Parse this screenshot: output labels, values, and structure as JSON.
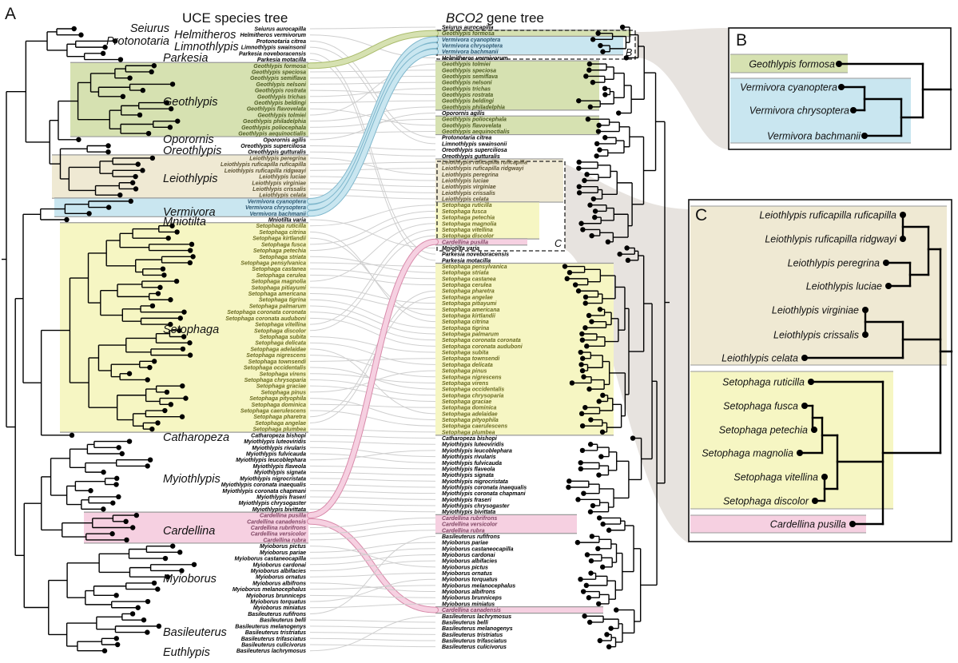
{
  "panel_labels": {
    "a": "A",
    "b": "B",
    "c": "C"
  },
  "titles": {
    "species_tree": "UCE species tree",
    "gene_tree_italic": "BCO2",
    "gene_tree_rest": " gene tree"
  },
  "colors": {
    "geo": "#d6e1b1",
    "leio": "#efe9d3",
    "verm": "#c9e6f0",
    "seto": "#f6f6c3",
    "card": "#f6d0e1",
    "link": "#cfcfcf",
    "funnel": "#e7e3df"
  },
  "text_colors": {
    "geo": "#4d5a22",
    "leio": "#5b5233",
    "verm": "#2c5670",
    "seto": "#6a6a22",
    "card": "#7e4462",
    "none": "#000000"
  },
  "genus_labels": [
    "Seiurus",
    "Protonotaria",
    "Helmitheros",
    "Limnothlypis",
    "Parkesia",
    "Geothlypis",
    "Oporornis",
    "Oreothlypis",
    "Leiothlypis",
    "Vermivora",
    "Mniotilta",
    "Setophaga",
    "Catharopeza",
    "Myiothlypis",
    "Cardellina",
    "Myioborus",
    "Basileuterus",
    "Euthlypis"
  ],
  "species_tree": {
    "taxa": [
      {
        "name": "Seiurus aurocapilla",
        "group": "none"
      },
      {
        "name": "Helmitheros vermivorum",
        "group": "none"
      },
      {
        "name": "Protonotaria citrea",
        "group": "none"
      },
      {
        "name": "Limnothlypis swainsonii",
        "group": "none"
      },
      {
        "name": "Parkesia noveboracensis",
        "group": "none"
      },
      {
        "name": "Parkesia motacilla",
        "group": "none"
      },
      {
        "name": "Geothlypis formosa",
        "group": "geo"
      },
      {
        "name": "Geothlypis speciosa",
        "group": "geo"
      },
      {
        "name": "Geothlypis semiflava",
        "group": "geo"
      },
      {
        "name": "Geothlypis nelsoni",
        "group": "geo"
      },
      {
        "name": "Geothlypis rostrata",
        "group": "geo"
      },
      {
        "name": "Geothlypis trichas",
        "group": "geo"
      },
      {
        "name": "Geothlypis beldingi",
        "group": "geo"
      },
      {
        "name": "Geothlypis flavovelata",
        "group": "geo"
      },
      {
        "name": "Geothlypis tolmiei",
        "group": "geo"
      },
      {
        "name": "Geothlypis philadelphia",
        "group": "geo"
      },
      {
        "name": "Geothlypis poliocephala",
        "group": "geo"
      },
      {
        "name": "Geothlypis aequinoctialis",
        "group": "geo"
      },
      {
        "name": "Oporornis agilis",
        "group": "none"
      },
      {
        "name": "Oreothlypis superciliosa",
        "group": "none"
      },
      {
        "name": "Oreothlypis gutturalis",
        "group": "none"
      },
      {
        "name": "Leiothlypis peregrina",
        "group": "leio"
      },
      {
        "name": "Leiothlypis ruficapilla ruficapilla",
        "group": "leio"
      },
      {
        "name": "Leiothlypis ruficapilla ridgwayi",
        "group": "leio"
      },
      {
        "name": "Leiothlypis luciae",
        "group": "leio"
      },
      {
        "name": "Leiothlypis virginiae",
        "group": "leio"
      },
      {
        "name": "Leiothlypis crissalis",
        "group": "leio"
      },
      {
        "name": "Leiothlypis celata",
        "group": "leio"
      },
      {
        "name": "Vermivora cyanoptera",
        "group": "verm"
      },
      {
        "name": "Vermivora chrysoptera",
        "group": "verm"
      },
      {
        "name": "Vermivora bachmanii",
        "group": "verm"
      },
      {
        "name": "Mniotilta varia",
        "group": "none"
      },
      {
        "name": "Setophaga ruticilla",
        "group": "seto"
      },
      {
        "name": "Setophaga citrina",
        "group": "seto"
      },
      {
        "name": "Setophaga kirtlandii",
        "group": "seto"
      },
      {
        "name": "Setophaga fusca",
        "group": "seto"
      },
      {
        "name": "Setophaga petechia",
        "group": "seto"
      },
      {
        "name": "Setophaga striata",
        "group": "seto"
      },
      {
        "name": "Setophaga pensylvanica",
        "group": "seto"
      },
      {
        "name": "Setophaga castanea",
        "group": "seto"
      },
      {
        "name": "Setophaga cerulea",
        "group": "seto"
      },
      {
        "name": "Setophaga magnolia",
        "group": "seto"
      },
      {
        "name": "Setophaga pitiayumi",
        "group": "seto"
      },
      {
        "name": "Setophaga americana",
        "group": "seto"
      },
      {
        "name": "Setophaga tigrina",
        "group": "seto"
      },
      {
        "name": "Setophaga palmarum",
        "group": "seto"
      },
      {
        "name": "Setophaga coronata coronata",
        "group": "seto"
      },
      {
        "name": "Setophaga coronata auduboni",
        "group": "seto"
      },
      {
        "name": "Setophaga vitellina",
        "group": "seto"
      },
      {
        "name": "Setophaga discolor",
        "group": "seto"
      },
      {
        "name": "Setophaga subita",
        "group": "seto"
      },
      {
        "name": "Setophaga delicata",
        "group": "seto"
      },
      {
        "name": "Setophaga adelaidae",
        "group": "seto"
      },
      {
        "name": "Setophaga nigrescens",
        "group": "seto"
      },
      {
        "name": "Setophaga townsendi",
        "group": "seto"
      },
      {
        "name": "Setophaga occidentalis",
        "group": "seto"
      },
      {
        "name": "Setophaga virens",
        "group": "seto"
      },
      {
        "name": "Setophaga chrysoparia",
        "group": "seto"
      },
      {
        "name": "Setophaga graciae",
        "group": "seto"
      },
      {
        "name": "Setophaga pinus",
        "group": "seto"
      },
      {
        "name": "Setophaga pityophila",
        "group": "seto"
      },
      {
        "name": "Setophaga dominica",
        "group": "seto"
      },
      {
        "name": "Setophaga caerulescens",
        "group": "seto"
      },
      {
        "name": "Setophaga pharetra",
        "group": "seto"
      },
      {
        "name": "Setophaga angelae",
        "group": "seto"
      },
      {
        "name": "Setophaga plumbea",
        "group": "seto"
      },
      {
        "name": "Catharopeza bishopi",
        "group": "none"
      },
      {
        "name": "Myiothlypis luteoviridis",
        "group": "none"
      },
      {
        "name": "Myiothlypis rivularis",
        "group": "none"
      },
      {
        "name": "Myiothlypis fulvicauda",
        "group": "none"
      },
      {
        "name": "Myiothlypis leucoblephara",
        "group": "none"
      },
      {
        "name": "Myiothlypis flaveola",
        "group": "none"
      },
      {
        "name": "Myiothlypis signata",
        "group": "none"
      },
      {
        "name": "Myiothlypis nigrocristata",
        "group": "none"
      },
      {
        "name": "Myiothlypis coronata inaequalis",
        "group": "none"
      },
      {
        "name": "Myiothlypis coronata chapmani",
        "group": "none"
      },
      {
        "name": "Myiothlypis fraseri",
        "group": "none"
      },
      {
        "name": "Myiothlypis chrysogaster",
        "group": "none"
      },
      {
        "name": "Myiothlypis bivittata",
        "group": "none"
      },
      {
        "name": "Cardellina pusilla",
        "group": "card"
      },
      {
        "name": "Cardellina canadensis",
        "group": "card"
      },
      {
        "name": "Cardellina rubrifrons",
        "group": "card"
      },
      {
        "name": "Cardellina versicolor",
        "group": "card"
      },
      {
        "name": "Cardellina rubra",
        "group": "card"
      },
      {
        "name": "Myioborus pictus",
        "group": "none"
      },
      {
        "name": "Myioborus pariae",
        "group": "none"
      },
      {
        "name": "Myioborus castaneocapilla",
        "group": "none"
      },
      {
        "name": "Myioborus cardonai",
        "group": "none"
      },
      {
        "name": "Myioborus albifacies",
        "group": "none"
      },
      {
        "name": "Myioborus ornatus",
        "group": "none"
      },
      {
        "name": "Myioborus albifrons",
        "group": "none"
      },
      {
        "name": "Myioborus melanocephalus",
        "group": "none"
      },
      {
        "name": "Myioborus brunniceps",
        "group": "none"
      },
      {
        "name": "Myioborus torquatus",
        "group": "none"
      },
      {
        "name": "Myioborus miniatus",
        "group": "none"
      },
      {
        "name": "Basileuterus rufifrons",
        "group": "none"
      },
      {
        "name": "Basileuterus belli",
        "group": "none"
      },
      {
        "name": "Basileuterus melanogenys",
        "group": "none"
      },
      {
        "name": "Basileuterus tristriatus",
        "group": "none"
      },
      {
        "name": "Basileuterus trifasciatus",
        "group": "none"
      },
      {
        "name": "Basileuterus culicivorus",
        "group": "none"
      },
      {
        "name": "Basileuterus lachrymosus",
        "group": "none"
      }
    ]
  },
  "gene_tree": {
    "taxa": [
      {
        "name": "Seiurus aurocapilla",
        "group": "none"
      },
      {
        "name": "Geothlypis formosa",
        "group": "geo"
      },
      {
        "name": "Vermivora cyanoptera",
        "group": "verm"
      },
      {
        "name": "Vermivora chrysoptera",
        "group": "verm"
      },
      {
        "name": "Vermivora bachmanii",
        "group": "verm"
      },
      {
        "name": "Helmitheros vermivorum",
        "group": "none"
      },
      {
        "name": "Geothlypis tolmiei",
        "group": "geo"
      },
      {
        "name": "Geothlypis speciosa",
        "group": "geo"
      },
      {
        "name": "Geothlypis semiflava",
        "group": "geo"
      },
      {
        "name": "Geothlypis nelsoni",
        "group": "geo"
      },
      {
        "name": "Geothlypis trichas",
        "group": "geo"
      },
      {
        "name": "Geothlypis rostrata",
        "group": "geo"
      },
      {
        "name": "Geothlypis beldingi",
        "group": "geo"
      },
      {
        "name": "Geothlypis philadelphia",
        "group": "geo"
      },
      {
        "name": "Oporornis agilis",
        "group": "none"
      },
      {
        "name": "Geothlypis poliocephala",
        "group": "geo"
      },
      {
        "name": "Geothlypis flavovelata",
        "group": "geo"
      },
      {
        "name": "Geothlypis aequinoctialis",
        "group": "geo"
      },
      {
        "name": "Protonotaria citrea",
        "group": "none"
      },
      {
        "name": "Limnothlypis swainsonii",
        "group": "none"
      },
      {
        "name": "Oreothlypis superciliosa",
        "group": "none"
      },
      {
        "name": "Oreothlypis gutturalis",
        "group": "none"
      },
      {
        "name": "Leiothlypis ruficapilla ruficapilla",
        "group": "leio"
      },
      {
        "name": "Leiothlypis ruficapilla ridgwayi",
        "group": "leio"
      },
      {
        "name": "Leiothlypis peregrina",
        "group": "leio"
      },
      {
        "name": "Leiothlypis luciae",
        "group": "leio"
      },
      {
        "name": "Leiothlypis virginiae",
        "group": "leio"
      },
      {
        "name": "Leiothlypis crissalis",
        "group": "leio"
      },
      {
        "name": "Leiothlypis celata",
        "group": "leio"
      },
      {
        "name": "Setophaga ruticilla",
        "group": "seto"
      },
      {
        "name": "Setophaga fusca",
        "group": "seto"
      },
      {
        "name": "Setophaga petechia",
        "group": "seto"
      },
      {
        "name": "Setophaga magnolia",
        "group": "seto"
      },
      {
        "name": "Setophaga vitellina",
        "group": "seto"
      },
      {
        "name": "Setophaga discolor",
        "group": "seto"
      },
      {
        "name": "Cardellina pusilla",
        "group": "card"
      },
      {
        "name": "Mniotilta varia",
        "group": "none"
      },
      {
        "name": "Parkesia noveboracensis",
        "group": "none"
      },
      {
        "name": "Parkesia motacilla",
        "group": "none"
      },
      {
        "name": "Setophaga pensylvanica",
        "group": "seto"
      },
      {
        "name": "Setophaga striata",
        "group": "seto"
      },
      {
        "name": "Setophaga castanea",
        "group": "seto"
      },
      {
        "name": "Setophaga cerulea",
        "group": "seto"
      },
      {
        "name": "Setophaga pharetra",
        "group": "seto"
      },
      {
        "name": "Setophaga angelae",
        "group": "seto"
      },
      {
        "name": "Setophaga pitiayumi",
        "group": "seto"
      },
      {
        "name": "Setophaga americana",
        "group": "seto"
      },
      {
        "name": "Setophaga kirtlandii",
        "group": "seto"
      },
      {
        "name": "Setophaga citrina",
        "group": "seto"
      },
      {
        "name": "Setophaga tigrina",
        "group": "seto"
      },
      {
        "name": "Setophaga palmarum",
        "group": "seto"
      },
      {
        "name": "Setophaga coronata coronata",
        "group": "seto"
      },
      {
        "name": "Setophaga coronata auduboni",
        "group": "seto"
      },
      {
        "name": "Setophaga subita",
        "group": "seto"
      },
      {
        "name": "Setophaga townsendi",
        "group": "seto"
      },
      {
        "name": "Setophaga delicata",
        "group": "seto"
      },
      {
        "name": "Setophaga pinus",
        "group": "seto"
      },
      {
        "name": "Setophaga nigrescens",
        "group": "seto"
      },
      {
        "name": "Setophaga virens",
        "group": "seto"
      },
      {
        "name": "Setophaga occidentalis",
        "group": "seto"
      },
      {
        "name": "Setophaga chrysoparia",
        "group": "seto"
      },
      {
        "name": "Setophaga graciae",
        "group": "seto"
      },
      {
        "name": "Setophaga dominica",
        "group": "seto"
      },
      {
        "name": "Setophaga adelaidae",
        "group": "seto"
      },
      {
        "name": "Setophaga pityophila",
        "group": "seto"
      },
      {
        "name": "Setophaga caerulescens",
        "group": "seto"
      },
      {
        "name": "Setophaga plumbea",
        "group": "seto"
      },
      {
        "name": "Catharopeza bishopi",
        "group": "none"
      },
      {
        "name": "Myiothlypis luteoviridis",
        "group": "none"
      },
      {
        "name": "Myiothlypis leucoblephara",
        "group": "none"
      },
      {
        "name": "Myiothlypis rivularis",
        "group": "none"
      },
      {
        "name": "Myiothlypis fulvicauda",
        "group": "none"
      },
      {
        "name": "Myiothlypis flaveola",
        "group": "none"
      },
      {
        "name": "Myiothlypis signata",
        "group": "none"
      },
      {
        "name": "Myiothlypis nigrocristata",
        "group": "none"
      },
      {
        "name": "Myiothlypis coronata inaequalis",
        "group": "none"
      },
      {
        "name": "Myiothlypis coronata chapmani",
        "group": "none"
      },
      {
        "name": "Myiothlypis fraseri",
        "group": "none"
      },
      {
        "name": "Myiothlypis chrysogaster",
        "group": "none"
      },
      {
        "name": "Myiothlypis bivittata",
        "group": "none"
      },
      {
        "name": "Cardellina rubrifrons",
        "group": "card"
      },
      {
        "name": "Cardellina versicolor",
        "group": "card"
      },
      {
        "name": "Cardellina rubra",
        "group": "card"
      },
      {
        "name": "Basileuterus rufifrons",
        "group": "none"
      },
      {
        "name": "Myioborus pariae",
        "group": "none"
      },
      {
        "name": "Myioborus castaneocapilla",
        "group": "none"
      },
      {
        "name": "Myioborus cardonai",
        "group": "none"
      },
      {
        "name": "Myioborus albifacies",
        "group": "none"
      },
      {
        "name": "Myioborus pictus",
        "group": "none"
      },
      {
        "name": "Myioborus ornatus",
        "group": "none"
      },
      {
        "name": "Myioborus torquatus",
        "group": "none"
      },
      {
        "name": "Myioborus melanocephalus",
        "group": "none"
      },
      {
        "name": "Myioborus albifrons",
        "group": "none"
      },
      {
        "name": "Myioborus brunniceps",
        "group": "none"
      },
      {
        "name": "Myioborus miniatus",
        "group": "none"
      },
      {
        "name": "Cardellina canadensis",
        "group": "card"
      },
      {
        "name": "Basileuterus lachrymosus",
        "group": "none"
      },
      {
        "name": "Basileuterus belli",
        "group": "none"
      },
      {
        "name": "Basileuterus melanogenys",
        "group": "none"
      },
      {
        "name": "Basileuterus tristriatus",
        "group": "none"
      },
      {
        "name": "Basileuterus trifasciatus",
        "group": "none"
      },
      {
        "name": "Basileuterus culicivorus",
        "group": "none"
      }
    ]
  },
  "inset_b": {
    "taxa": [
      {
        "name": "Geothlypis formosa",
        "group": "geo"
      },
      {
        "name": "Vermivora cyanoptera",
        "group": "verm"
      },
      {
        "name": "Vermivora chrysoptera",
        "group": "verm"
      },
      {
        "name": "Vermivora bachmanii",
        "group": "verm"
      }
    ]
  },
  "inset_c": {
    "taxa": [
      {
        "name": "Leiothlypis ruficapilla ruficapilla",
        "group": "leio"
      },
      {
        "name": "Leiothlypis ruficapilla ridgwayi",
        "group": "leio"
      },
      {
        "name": "Leiothlypis peregrina",
        "group": "leio"
      },
      {
        "name": "Leiothlypis luciae",
        "group": "leio"
      },
      {
        "name": "Leiothlypis virginiae",
        "group": "leio"
      },
      {
        "name": "Leiothlypis crissalis",
        "group": "leio"
      },
      {
        "name": "Leiothlypis celata",
        "group": "leio"
      },
      {
        "name": "Setophaga ruticilla",
        "group": "seto"
      },
      {
        "name": "Setophaga fusca",
        "group": "seto"
      },
      {
        "name": "Setophaga petechia",
        "group": "seto"
      },
      {
        "name": "Setophaga magnolia",
        "group": "seto"
      },
      {
        "name": "Setophaga vitellina",
        "group": "seto"
      },
      {
        "name": "Setophaga discolor",
        "group": "seto"
      },
      {
        "name": "Cardellina pusilla",
        "group": "card"
      }
    ]
  }
}
